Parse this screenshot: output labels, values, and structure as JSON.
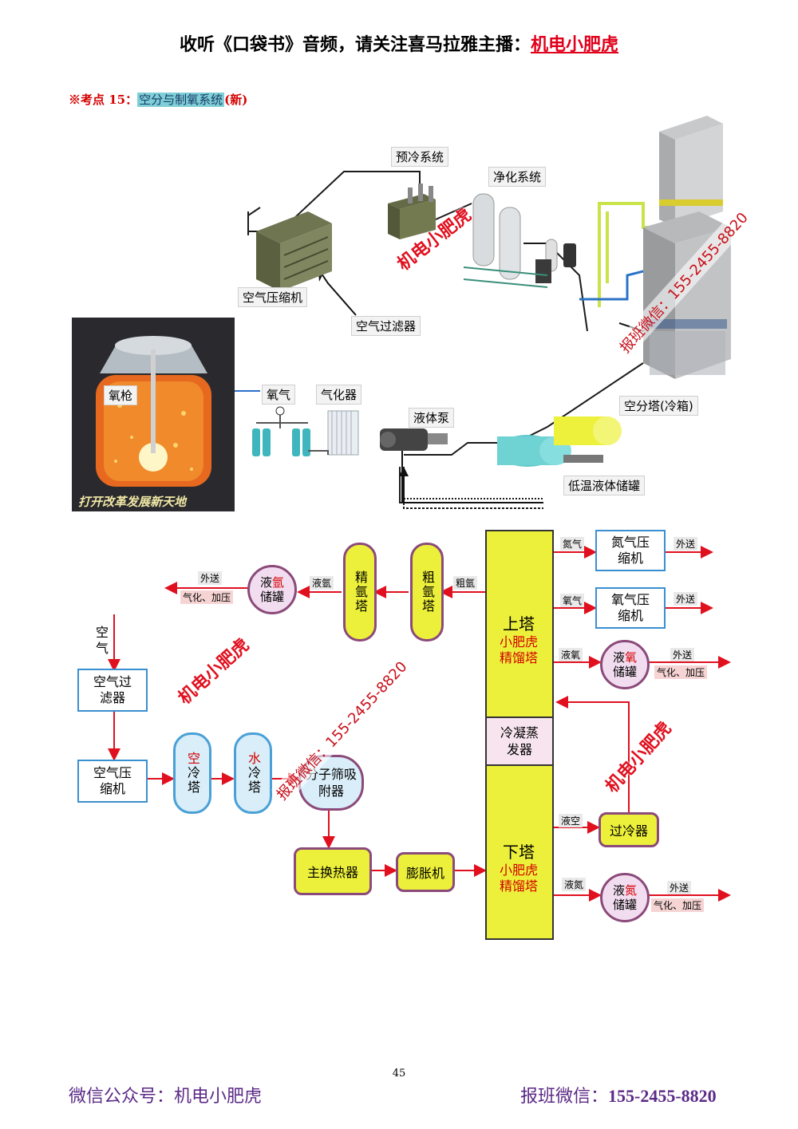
{
  "header": {
    "prefix": "收听《口袋书》音频，请关注喜马拉雅主播：",
    "brand": "机电小肥虎"
  },
  "section": {
    "prefix": "※考点 15：",
    "highlight": "空分与制氧系统",
    "suffix": "(新)"
  },
  "photo_labels": {
    "precool": "预冷系统",
    "purify": "净化系统",
    "air_compressor": "空气压缩机",
    "air_filter": "空气过滤器",
    "air_sep_tower": "空分塔(冷箱)",
    "oxygen": "氧气",
    "vaporizer": "气化器",
    "liquid_pump": "液体泵",
    "lowtemp_tank": "低温液体储罐",
    "oxygen_lance": "氧枪",
    "furnace_caption": "打开改革发展新天地"
  },
  "watermarks": {
    "brand": "机电小肥虎",
    "contact": "报班微信：155-2455-8820"
  },
  "flow": {
    "air_input": "空气",
    "air_filter": "空气过滤器",
    "air_compressor": "空气压缩机",
    "air_cool_tower": {
      "accent": "空",
      "rest": "冷塔"
    },
    "water_cool_tower": {
      "accent": "水",
      "rest": "冷塔"
    },
    "mol_sieve": "分子筛吸附器",
    "main_hx": "主换热器",
    "expander": "膨胀机",
    "upper_tower": {
      "title": "上塔",
      "sub1": "小肥虎",
      "sub2": "精馏塔"
    },
    "condenser": "冷凝蒸发器",
    "lower_tower": {
      "title": "下塔",
      "sub1": "小肥虎",
      "sub2": "精馏塔"
    },
    "crude_argon": "粗氩塔",
    "fine_argon": "精氩塔",
    "crude_argon_label": "粗氩",
    "liquid_argon_label": "液氩",
    "argon_tank": {
      "pre": "液",
      "accent": "氩",
      "post": "储罐"
    },
    "argon_out": "外送",
    "argon_gasify": "气化、加压",
    "n2_label": "氮气",
    "n2_compressor": "氮气压缩机",
    "n2_out": "外送",
    "o2_label": "氧气",
    "o2_compressor": "氧气压缩机",
    "o2_out": "外送",
    "lox_label": "液氧",
    "lox_tank": {
      "pre": "液",
      "accent": "氧",
      "post": "储罐"
    },
    "lox_out": "外送",
    "lox_gasify": "气化、加压",
    "liquid_air_label": "液空",
    "subcooler": "过冷器",
    "lin_label": "液氮",
    "lin_tank": {
      "pre": "液",
      "accent": "氮",
      "post": "储罐"
    },
    "lin_out": "外送",
    "lin_gasify": "气化、加压"
  },
  "page_number": "45",
  "footer": {
    "left": "微信公众号：机电小肥虎",
    "right_label": "报班微信：",
    "right_number": "155-2455-8820"
  }
}
